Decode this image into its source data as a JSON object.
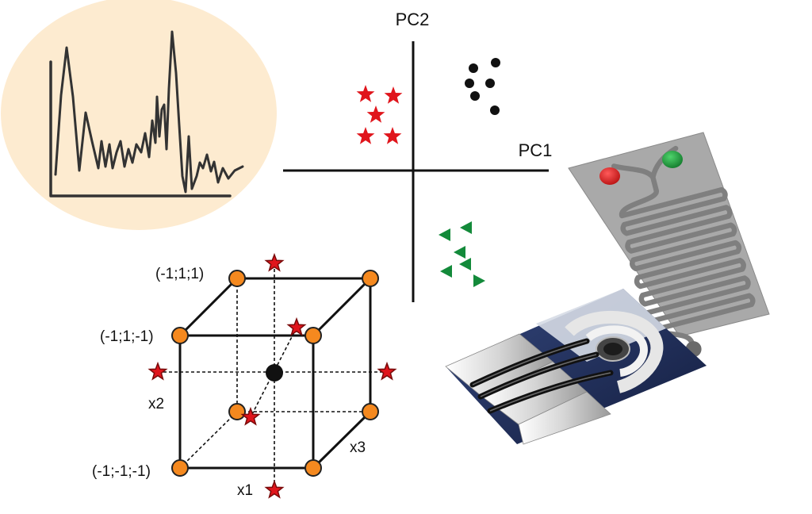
{
  "colors": {
    "background": "#ffffff",
    "spectrum_bg": "#fdebd0",
    "spectrum_line": "#333333",
    "axis": "#111111",
    "star_red": "#e0151c",
    "star_outline": "#7a0a0a",
    "dot_black": "#111111",
    "triangle_green": "#138a3a",
    "vertex_orange": "#f5891f",
    "vertex_outline": "#222222",
    "sensor_gray": "#a9a9a9",
    "channel_gray": "#7f7f7f",
    "inlet_red": "#cc1f1f",
    "inlet_green": "#1e9a3f",
    "electrode_navy": "#1c2b55",
    "electrode_silver": "#d9d9d9",
    "electrode_track": "#1a1a1a"
  },
  "spectrum_panel": {
    "icon": "spectrum-chart-icon"
  },
  "pca_plot": {
    "x_axis_label": "PC1",
    "y_axis_label": "PC2",
    "groups": [
      {
        "name": "stars",
        "icon": "red-star-icon",
        "count": 5
      },
      {
        "name": "dots",
        "icon": "black-dot-icon",
        "count": 6
      },
      {
        "name": "triangles",
        "icon": "green-triangle-icon",
        "count": 6
      }
    ]
  },
  "design_cube": {
    "labels": {
      "top_left_back": "(-1;1;1)",
      "top_left_front": "(-1;1;-1)",
      "bottom_left_front": "(-1;-1;-1)",
      "axis_x1": "x1",
      "axis_x2": "x2",
      "axis_x3": "x3"
    },
    "vertex_icon": "orange-vertex-icon",
    "star_point_icon": "axial-star-icon",
    "center_icon": "center-point-icon"
  },
  "microfluidic_chip": {
    "icon": "microfluidic-chip-icon"
  },
  "screen_printed_electrode": {
    "icon": "screen-printed-electrode-icon"
  }
}
